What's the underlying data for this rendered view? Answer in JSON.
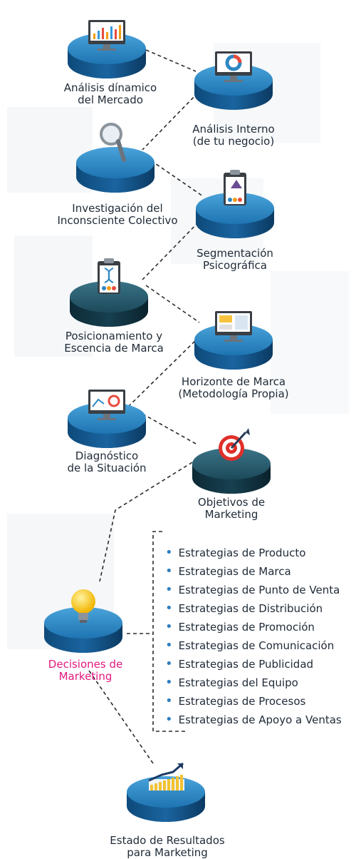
{
  "nodes": [
    {
      "key": "mercado",
      "label_lines": [
        "Análisis dínamico",
        "del Mercado"
      ],
      "color": "blue",
      "icon": "monitor-bar-chart-icon"
    },
    {
      "key": "interno",
      "label_lines": [
        "Análisis Interno",
        "(de tu negocio)"
      ],
      "color": "blue",
      "icon": "monitor-donut-chart-icon"
    },
    {
      "key": "inconsciente",
      "label_lines": [
        "Investigación del",
        "Inconsciente Colectivo"
      ],
      "color": "blue",
      "icon": "magnifier-icon"
    },
    {
      "key": "segmentacion",
      "label_lines": [
        "Segmentación",
        "Psicográfica"
      ],
      "color": "blue",
      "icon": "clipboard-chart-icon"
    },
    {
      "key": "posicionamiento",
      "label_lines": [
        "Posicionamiento y",
        "Escencia de Marca"
      ],
      "color": "dark",
      "icon": "clipboard-dna-icon"
    },
    {
      "key": "horizonte",
      "label_lines": [
        "Horizonte de Marca",
        "(Metodología Propia)"
      ],
      "color": "blue",
      "icon": "monitor-dashboard-icon"
    },
    {
      "key": "diagnostico",
      "label_lines": [
        "Diagnóstico",
        "de la Situación"
      ],
      "color": "blue",
      "icon": "monitor-report-icon"
    },
    {
      "key": "objetivos",
      "label_lines": [
        "Objetivos de",
        "Marketing"
      ],
      "color": "dark",
      "icon": "target-arrow-icon"
    },
    {
      "key": "decisiones",
      "label_lines": [
        "Decisiones de",
        "Marketing"
      ],
      "color": "blue",
      "icon": "lightbulb-icon",
      "highlight": "#e2197f"
    },
    {
      "key": "resultados",
      "label_lines": [
        "Estado de Resultados",
        "para Marketing"
      ],
      "color": "blue",
      "icon": "growth-chart-icon"
    }
  ],
  "strategies": [
    "Estrategias de Producto",
    "Estrategias de Marca",
    "Estrategias de Punto de Venta",
    "Estrategias de Distribución",
    "Estrategias de Promoción",
    "Estrategias de Comunicación",
    "Estrategias de Publicidad",
    "Estrategias del Equipo",
    "Estrategias de Procesos",
    "Estrategias de Apoyo a Ventas"
  ],
  "colors": {
    "blue_top": "#2d86c4",
    "blue_side": "#0f4e82",
    "dark_top": "#245a6e",
    "dark_side": "#0f2f3d",
    "connector": "#2b2b2b",
    "accent_pink": "#e2197f",
    "bullet": "#2f7fc0"
  }
}
